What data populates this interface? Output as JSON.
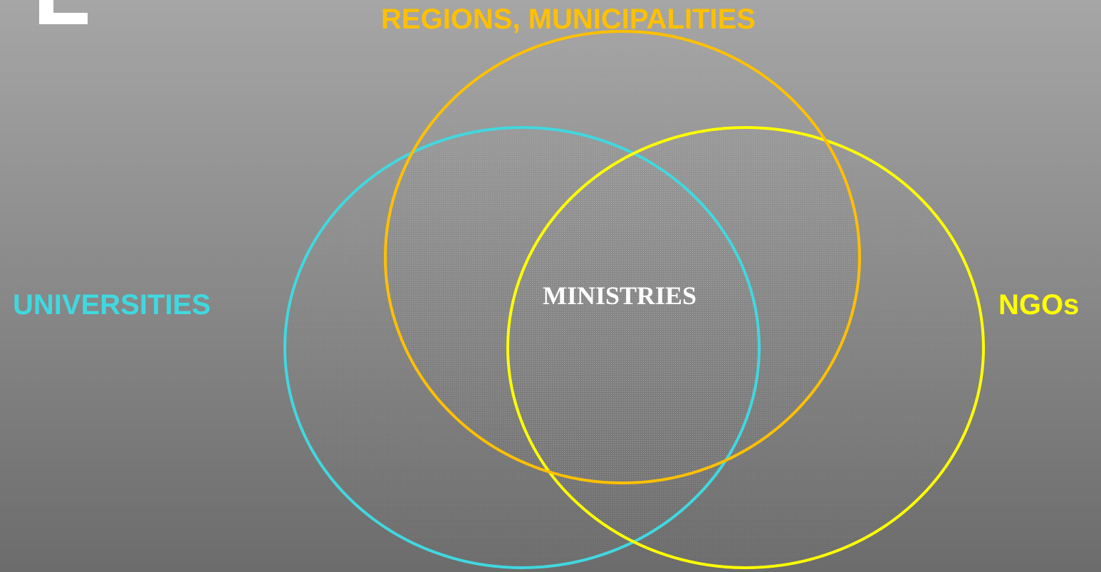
{
  "diagram": {
    "type": "venn",
    "sets": {
      "regions": {
        "label": "REGIONS, MUNICIPALITIES",
        "color": "#ffc000"
      },
      "universities": {
        "label": "UNIVERSITIES",
        "color": "#40d8e0"
      },
      "ngos": {
        "label": "NGOs",
        "color": "#ffff00"
      }
    },
    "center": {
      "label": "MINISTRIES",
      "color": "#ffffff"
    }
  },
  "background": {
    "top_color": "#a6a6a6",
    "bottom_color": "#6c6c6c"
  },
  "corner_mark": {
    "color": "#ffffff"
  }
}
